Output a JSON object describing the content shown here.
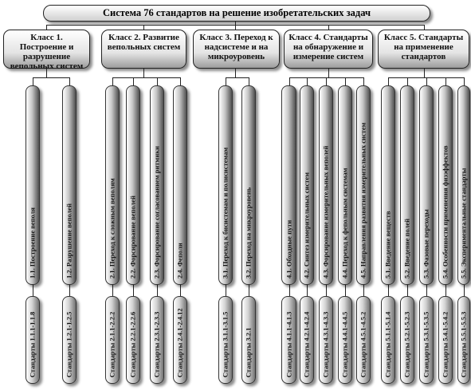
{
  "title": "Система 76 стандартов на решение изобретательских задач",
  "classes": [
    {
      "label": "Класс 1. Построение и разрушение вепольных систем",
      "items": [
        {
          "label": "1.1. Построение веполя",
          "standards": "Стандарты 1.1.1-1.1.8"
        },
        {
          "label": "1.2. Разрушение веполей",
          "standards": "Стандарты 1.2.1-1.2.5"
        }
      ]
    },
    {
      "label": "Класс 2. Развитие вепольных систем",
      "items": [
        {
          "label": "2.1. Переход к сложным веполям",
          "standards": "Стандарты 2.1.1-2.2.2"
        },
        {
          "label": "2.2. Форсирование веполей",
          "standards": "Стандарты 2.2.1-2.2.6"
        },
        {
          "label": "2.3. Форсирование согласованием ритмики",
          "standards": "Стандарты 2.3.1-2.3.3"
        },
        {
          "label": "2.4. Феполи",
          "standards": "Стандарты 2.4.1-2.4.12"
        }
      ]
    },
    {
      "label": "Класс 3. Переход к надсистеме и на микроуровень",
      "items": [
        {
          "label": "3.1. Переход к бисистемам и полисистемам",
          "standards": "Стандарты 3.1.1-3.1.5"
        },
        {
          "label": "3.2. Переход на микроуровень",
          "standards": "Стандарты 3.2.1"
        }
      ]
    },
    {
      "label": "Класс 4. Стандарты на обнаружение и измерение систем",
      "items": [
        {
          "label": "4.1. Обходные пути",
          "standards": "Стандарты 4.1.1-4.1.3"
        },
        {
          "label": "4.2. Синтез измерительных систем",
          "standards": "Стандарты 4.2.1-4.2.4"
        },
        {
          "label": "4.3. Форсирование измерительных веполей",
          "standards": "Стандарты 4.3.1-4.3.3"
        },
        {
          "label": "4.4. Переход к фепольным системам",
          "standards": "Стандарты 4.4.1-4.4.5"
        },
        {
          "label": "4.5. Направления развития измерительных систем",
          "standards": "Стандарты 4.5.1-4.5.2"
        }
      ]
    },
    {
      "label": "Класс 5. Стандарты на применение стандартов",
      "items": [
        {
          "label": "5.1. Введение веществ",
          "standards": "Стандарты 5.1.1-5.1.4"
        },
        {
          "label": "5.2. Введение полей",
          "standards": "Стандарты 5.2.1-5.2.3"
        },
        {
          "label": "5.3. Фазовые переходы",
          "standards": "Стандарты 5.3.1-5.3.5"
        },
        {
          "label": "5.4. Особенности применения физэффектов",
          "standards": "Стандарты 5.4.1-5.4.2"
        },
        {
          "label": "5.5. Экспериментальные стандарты",
          "standards": "Стандарты 5.5.1-5.5.3"
        }
      ]
    }
  ]
}
